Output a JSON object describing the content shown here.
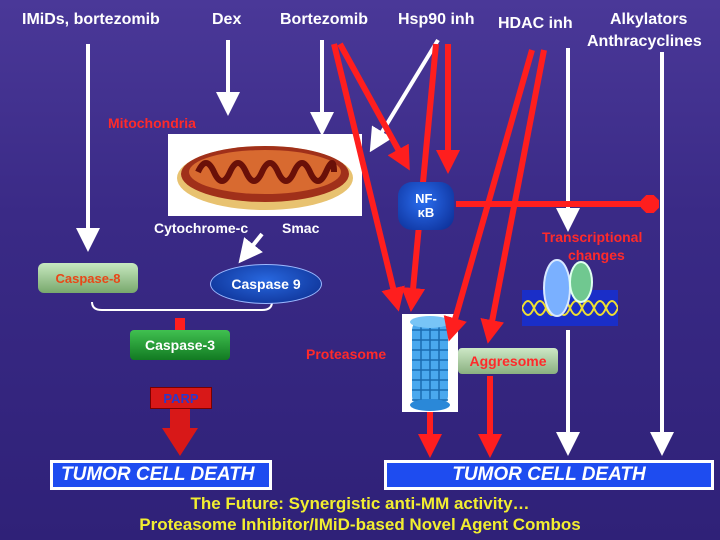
{
  "drugs": {
    "imids": "IMiDs, bortezomib",
    "dex": "Dex",
    "bortezomib": "Bortezomib",
    "hsp90": "Hsp90 inh",
    "hdac": "HDAC inh",
    "alkylators": "Alkylators",
    "anthracyclines": "Anthracyclines"
  },
  "labels": {
    "mitochondria": "Mitochondria",
    "cytochrome": "Cytochrome-c",
    "smac": "Smac",
    "caspase8": "Caspase-8",
    "caspase9": "Caspase 9",
    "caspase3": "Caspase-3",
    "parp": "PARP",
    "nfkb_line1": "NF-",
    "nfkb_line2": "κB",
    "transcriptional_line1": "Transcriptional",
    "transcriptional_line2": "changes",
    "proteasome": "Proteasome",
    "aggresome": "Aggresome"
  },
  "outcomes": {
    "left": "TUMOR CELL DEATH",
    "right": "TUMOR CELL DEATH"
  },
  "footer": {
    "line1": "The Future: Synergistic anti-MM activity…",
    "line2": "Proteasome Inhibitor/IMiD-based Novel Agent Combos"
  },
  "colors": {
    "background": "#3a2a86",
    "inhibit_arrow": "#ff1e1e",
    "flow_arrow": "#ffffff",
    "death_box": "#1e4cf0",
    "footer_text": "#f2ee30"
  }
}
